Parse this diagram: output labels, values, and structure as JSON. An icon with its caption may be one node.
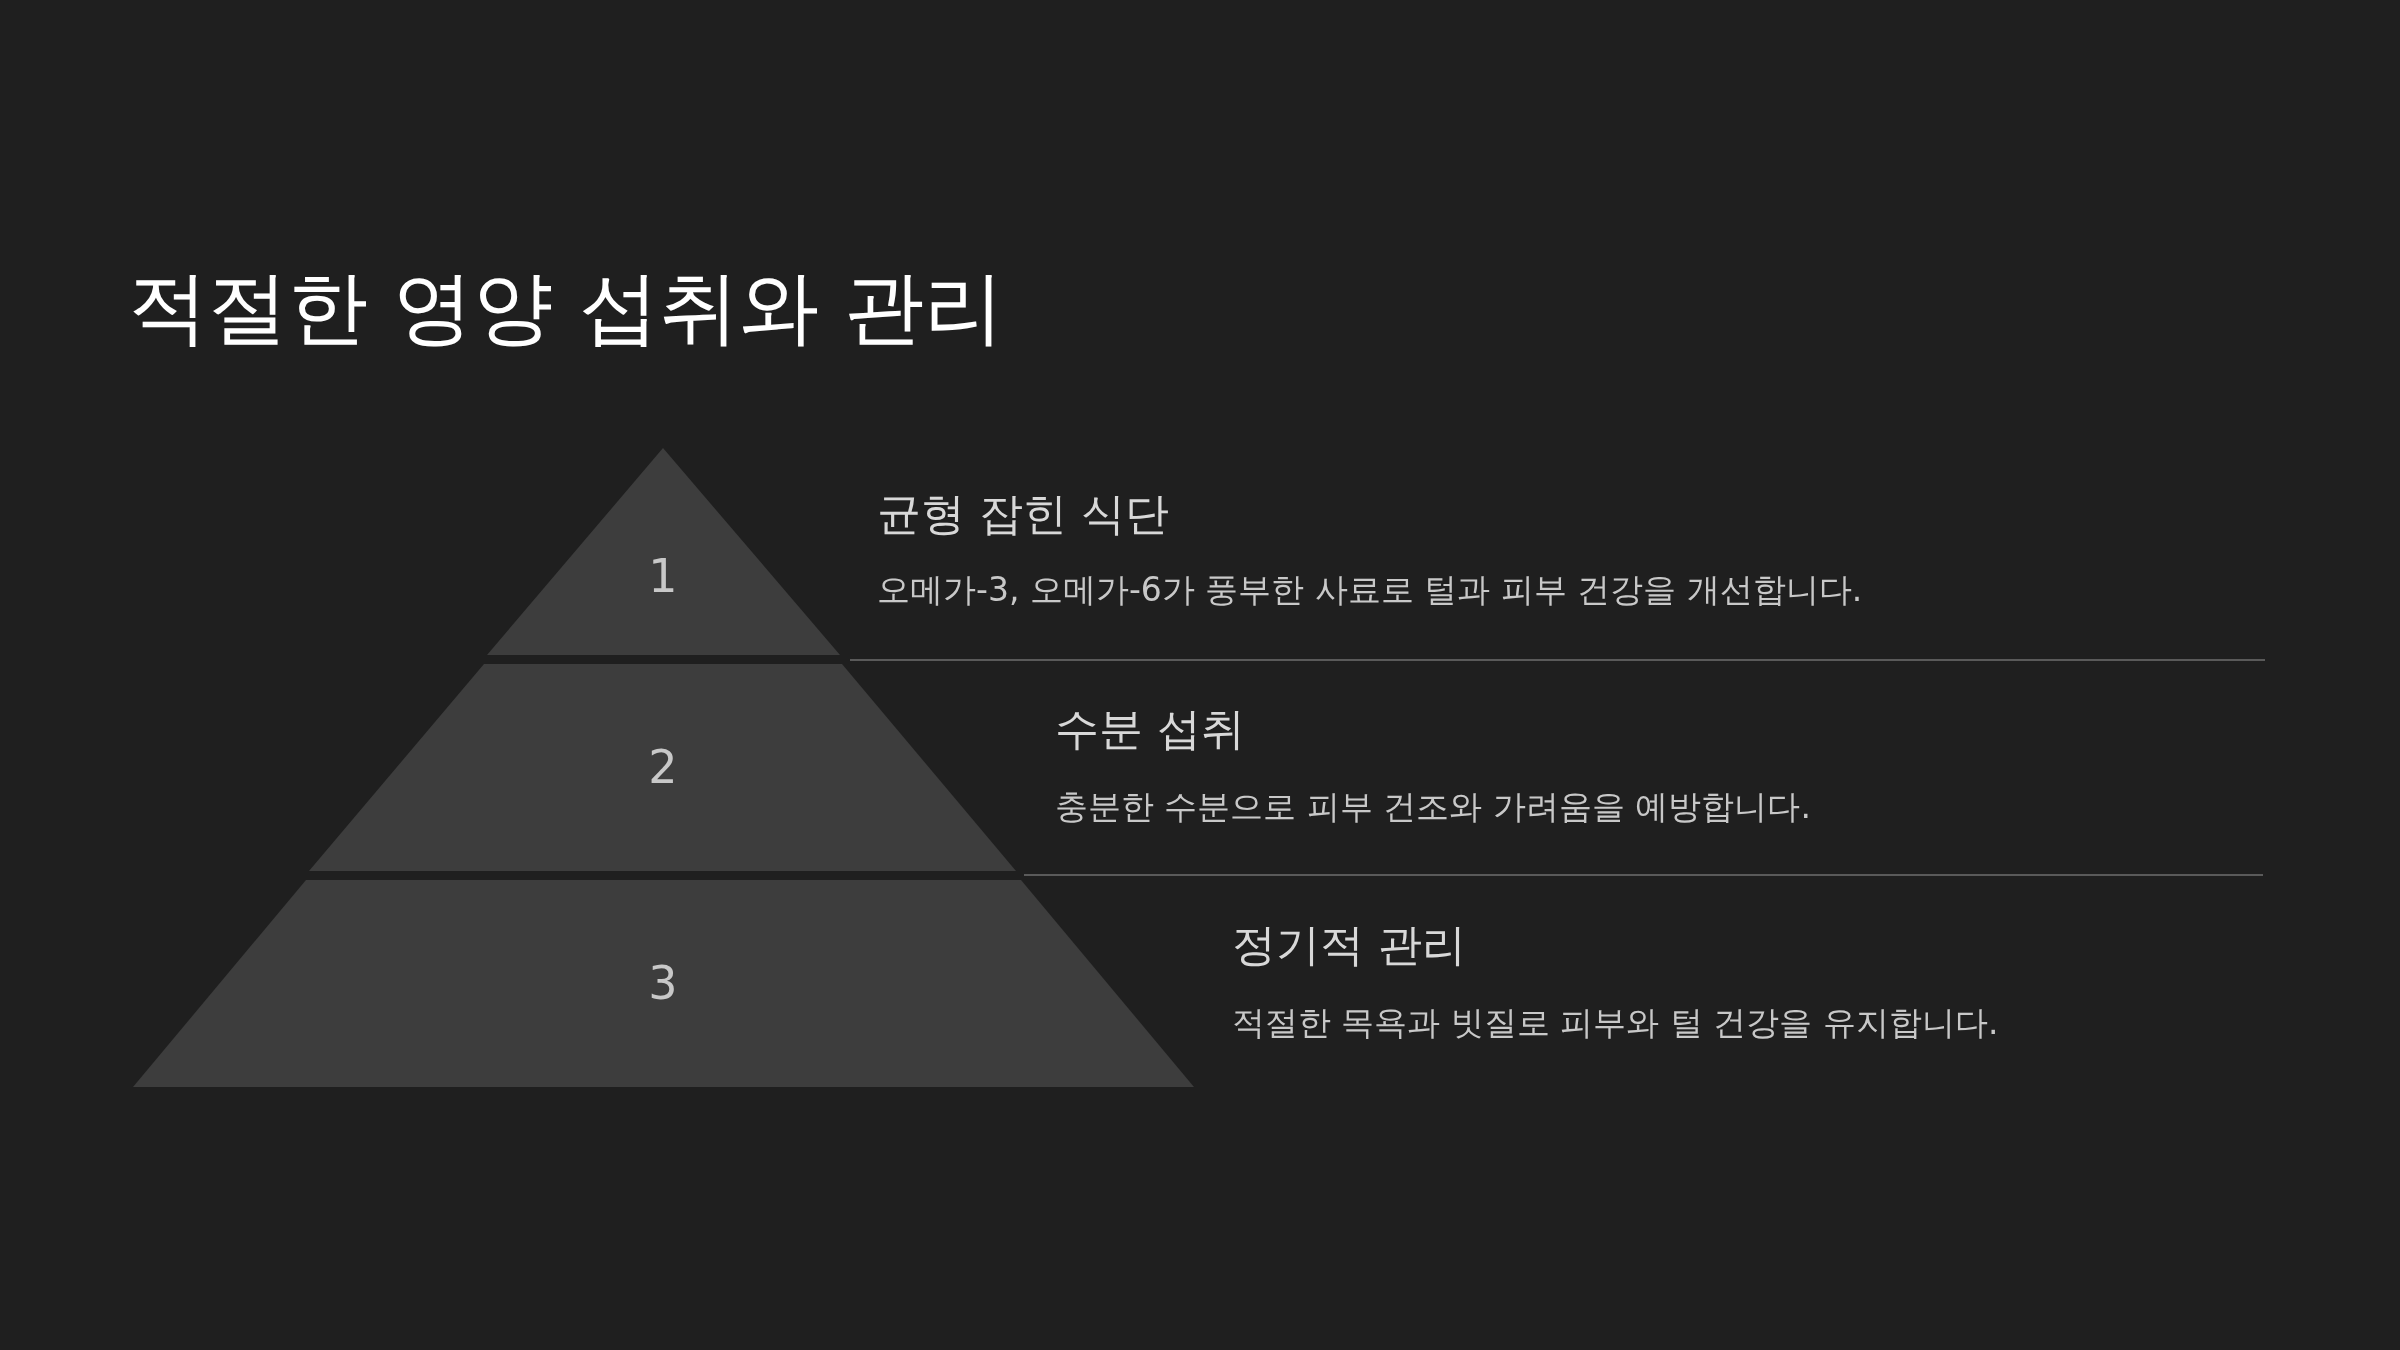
{
  "diagram": {
    "title": "적절한 영양 섭취와 관리",
    "nodes": [
      {
        "text": [
          "1"
        ],
        "beside": [
          "균형 잡힌 식단",
          "오메가-3, 오메가-6가 풍부한 사료로 털과 피부 건강을 개선합니다."
        ]
      },
      {
        "text": [
          "2"
        ],
        "beside": [
          "수분 섭취",
          "충분한 수분으로 피부 건조와 가려움을 예방합니다."
        ]
      },
      {
        "text": [
          "3"
        ],
        "beside": [
          "정기적 관리",
          "적절한 목욕과 빗질로 피부와 털 건강을 유지합니다."
        ]
      }
    ]
  }
}
